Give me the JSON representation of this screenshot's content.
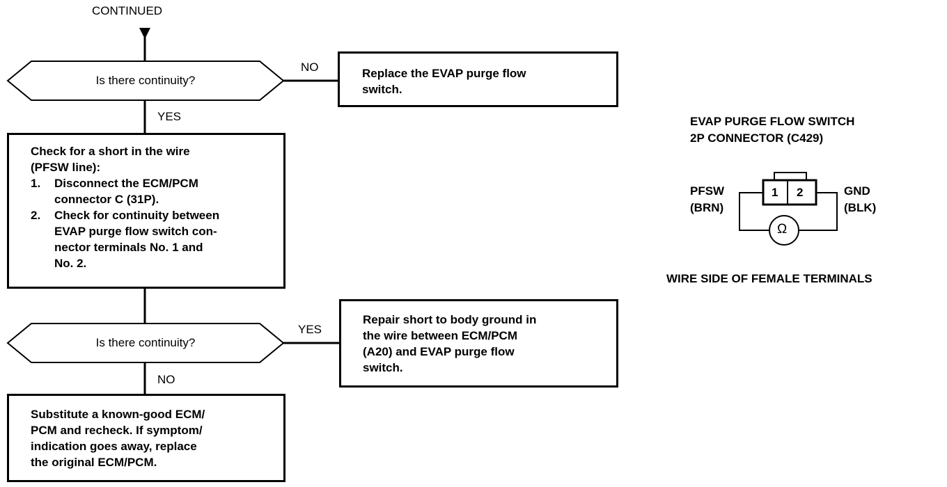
{
  "header": {
    "continued": "CONTINUED"
  },
  "flow": {
    "decision1": {
      "question": "Is there continuity?",
      "no_label": "NO",
      "yes_label": "YES"
    },
    "box_replace_switch": {
      "text": [
        "Replace the EVAP purge flow",
        "switch."
      ]
    },
    "box_check_short": {
      "heading": [
        "Check for a short in the wire",
        "(PFSW line):"
      ],
      "steps": [
        {
          "num": "1.",
          "lines": [
            "Disconnect the ECM/PCM",
            "connector C (31P)."
          ]
        },
        {
          "num": "2.",
          "lines": [
            "Check for continuity between",
            "EVAP purge flow switch con-",
            "nector terminals No. 1 and",
            "No. 2."
          ]
        }
      ]
    },
    "decision2": {
      "question": "Is there continuity?",
      "yes_label": "YES",
      "no_label": "NO"
    },
    "box_repair_short": {
      "text": [
        "Repair short to body ground in",
        "the wire between ECM/PCM",
        "(A20) and EVAP purge flow",
        "switch."
      ]
    },
    "box_substitute": {
      "text": [
        "Substitute a known-good ECM/",
        "PCM and recheck. If symptom/",
        "indication goes away, replace",
        "the original ECM/PCM."
      ]
    }
  },
  "connector": {
    "title": [
      "EVAP PURGE FLOW SWITCH",
      "2P CONNECTOR (C429)"
    ],
    "left_label": [
      "PFSW",
      "(BRN)"
    ],
    "right_label": [
      "GND",
      "(BLK)"
    ],
    "pin1": "1",
    "pin2": "2",
    "meter_symbol": "Ω",
    "caption": "WIRE SIDE OF FEMALE TERMINALS"
  },
  "colors": {
    "ink": "#000000",
    "paper": "#ffffff"
  }
}
